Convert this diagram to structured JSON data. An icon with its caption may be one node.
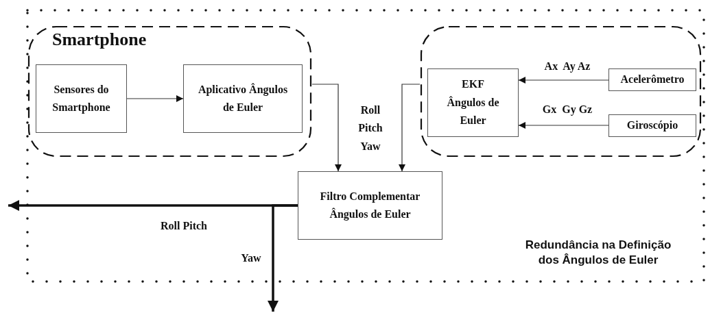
{
  "diagram": {
    "nodes": [
      {
        "text": [
          "Redundância na Definição dos Ângulos de Euler"
        ]
      },
      {
        "text": [
          "Smartphone"
        ],
        "in": 0
      },
      {
        "text": [
          "Sensores do Smartphone"
        ],
        "in": 1
      },
      {
        "text": [
          "Aplicativo Ângulos de Euler"
        ],
        "in": 1
      },
      {
        "text": [],
        "shape": "box",
        "in": 0
      },
      {
        "text": [
          "EKF",
          "Ângulos de Euler"
        ],
        "in": 4
      },
      {
        "text": [
          "Acelerômetro"
        ],
        "in": 4
      },
      {
        "text": [
          "Giroscópio"
        ],
        "in": 4
      },
      {
        "text": [
          "Filtro Complementar Ângulos de Euler"
        ],
        "in": 0
      }
    ],
    "edges": [
      {
        "from": 2,
        "to": 3,
        "arrow": "to"
      },
      {
        "from": 1,
        "to": 8,
        "arrow": "to"
      },
      {
        "from": 4,
        "to": 8,
        "arrow": "to"
      },
      {
        "from": 6,
        "to": 5,
        "arrow": "to",
        "label": "Ax  Ay Az"
      },
      {
        "from": 7,
        "to": 5,
        "arrow": "to",
        "label": "Gx  Gy Gz"
      },
      {
        "from": 8,
        "to": null,
        "arrow": "to",
        "label": "Roll Pitch",
        "style": "thick"
      },
      {
        "from": 8,
        "to": null,
        "arrow": "to",
        "label": "Yaw",
        "style": "thick"
      }
    ],
    "labels": [
      "Roll Pitch Yaw"
    ]
  }
}
